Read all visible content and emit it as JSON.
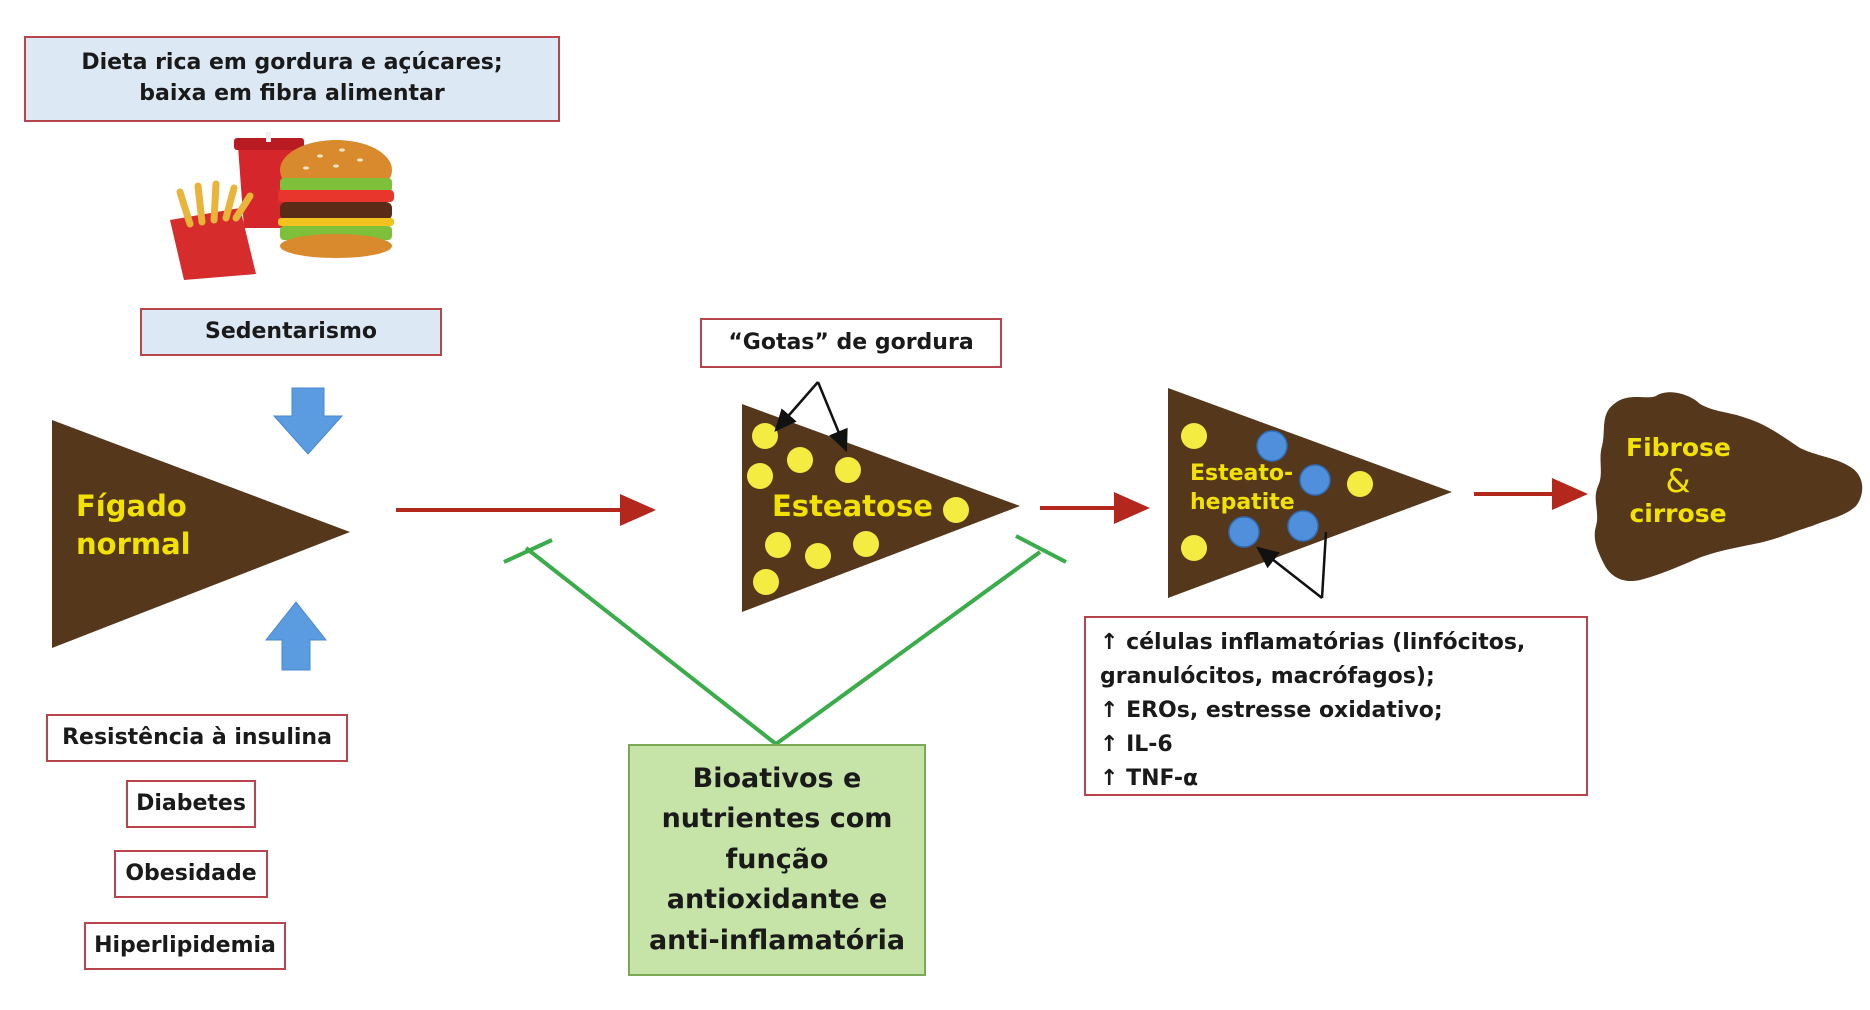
{
  "risk_factors": {
    "diet": "Dieta rica em gordura e açúcares; baixa em fibra alimentar",
    "sedentary": "Sedentarismo",
    "insulin_resistance": "Resistência à insulina",
    "diabetes": "Diabetes",
    "obesity": "Obesidade",
    "hyperlipidemia": "Hiperlipidemia"
  },
  "stages": {
    "normal_line1": "Fígado",
    "normal_line2": "normal",
    "steatosis": "Esteatose",
    "steatohepatitis_line1": "Esteato-",
    "steatohepatitis_line2": "hepatite",
    "fibrosis": "Fibrose",
    "ampersand": "&",
    "cirrhosis": "cirrose"
  },
  "fat_drops_label": "“Gotas” de gordura",
  "markers": [
    "↑ células inflamatórias (linfócitos,",
    "granulócitos, macrófagos);",
    "↑ EROs, estresse oxidativo;",
    "↑ IL-6",
    "↑ TNF-α"
  ],
  "intervention": "Bioativos e nutrientes com função antioxidante e anti-inflamatória",
  "colors": {
    "liver": "#55381c",
    "fat_drop": "#f4ec40",
    "inflammatory_cell": "#4f8fdc",
    "progress_arrow": "#b3271c",
    "inhibition_line": "#3aac4a",
    "factor_arrow": "#5b9be0"
  }
}
